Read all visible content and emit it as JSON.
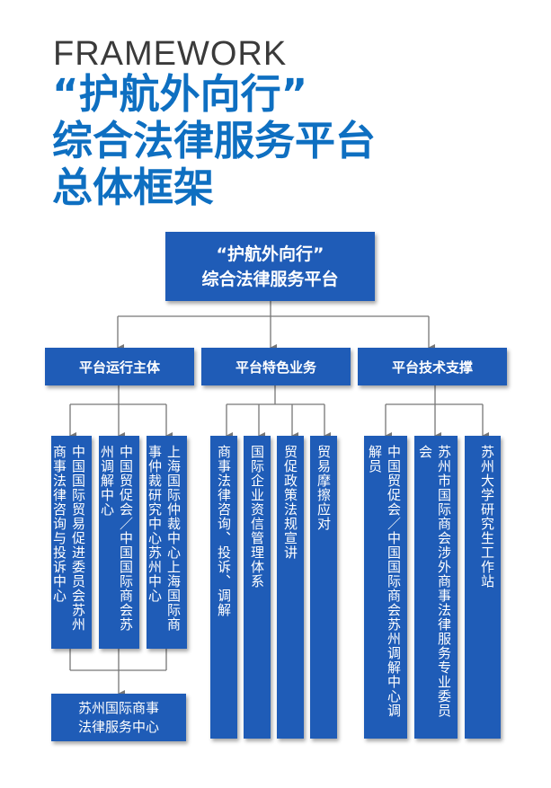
{
  "header": {
    "en": "FRAMEWORK",
    "line1": "“护航外向行”",
    "line2": "综合法律服务平台",
    "line3": "总体框架"
  },
  "platform": {
    "line1": "“护航外向行”",
    "line2": "综合法律服务平台"
  },
  "categories": {
    "operators": {
      "title": "平台运行主体",
      "items": [
        "中国国际贸易促进委员会苏州商事法律咨询与投诉中心",
        "中国贸促会／中国国际商会苏州调解中心",
        "上海国际仲裁中心上海国际商事仲裁研究中心苏州中心"
      ]
    },
    "services": {
      "title": "平台特色业务",
      "items": [
        "商事法律咨询、投诉、调解",
        "国际企业资信管理体系",
        "贸促政策法规宣讲",
        "贸易摩擦应对"
      ]
    },
    "tech": {
      "title": "平台技术支撑",
      "items": [
        "中国贸促会／中国国际商会苏州调解中心调解员",
        "苏州市国际商会涉外商事法律服务专业委员会",
        "苏州大学研究生工作站"
      ]
    }
  },
  "result": {
    "line1": "苏州国际商事",
    "line2": "法律服务中心"
  }
}
